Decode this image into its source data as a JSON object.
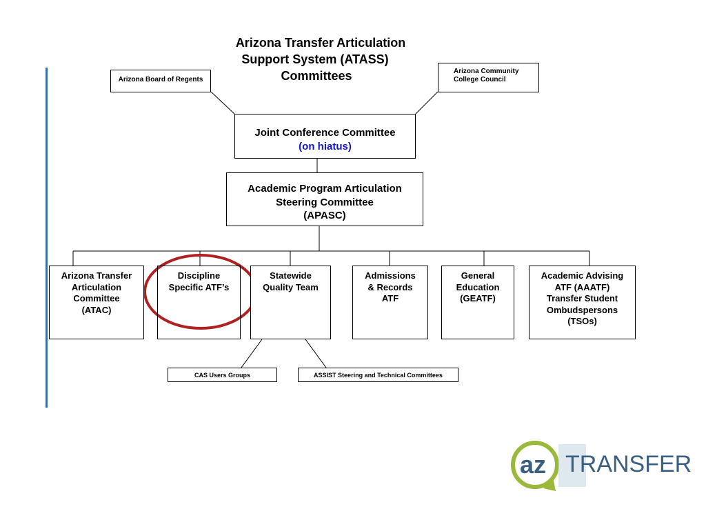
{
  "title": {
    "line1": "Arizona Transfer Articulation",
    "line2": "Support System (ATASS)",
    "line3": "Committees"
  },
  "top_boxes": {
    "abor": "Arizona Board of Regents",
    "accc_line1": "Arizona Community",
    "accc_line2": "College Council"
  },
  "joint": {
    "name": "Joint Conference Committee",
    "status": "(on hiatus)"
  },
  "apasc": {
    "line1": "Academic Program Articulation",
    "line2": "Steering Committee",
    "line3": "(APASC)"
  },
  "committees": [
    {
      "line1": "Arizona Transfer",
      "line2": "Articulation",
      "line3": "Committee",
      "line4": "(ATAC)"
    },
    {
      "line1": "Discipline",
      "line2": "Specific ATF’s"
    },
    {
      "line1": "Statewide",
      "line2": "Quality Team"
    },
    {
      "line1": "Admissions",
      "line2": "& Records",
      "line3": "ATF"
    },
    {
      "line1": "General",
      "line2": "Education",
      "line3": "(GEATF)"
    },
    {
      "line1": "Academic Advising",
      "line2": "ATF (AAATF)",
      "line3": "Transfer Student",
      "line4": "Ombudspersons",
      "line5": "(TSOs)"
    }
  ],
  "sub_boxes": {
    "cas": "CAS Users Groups",
    "assist": "ASSIST Steering and Technical Committees"
  },
  "colors": {
    "hiatus": "#1414c8",
    "highlight_circle": "#b02020",
    "accent_bar": "#3a6ea5",
    "logo_blue": "#3b5f80",
    "logo_green": "#9ab83a"
  },
  "logo": {
    "prefix": "az",
    "word": "TRANSFER"
  }
}
